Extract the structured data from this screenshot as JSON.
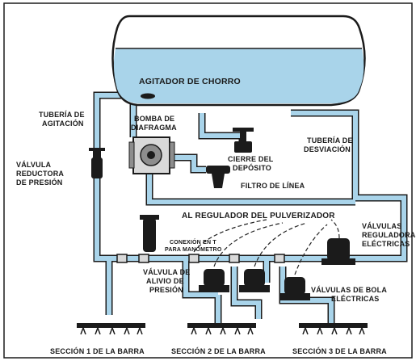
{
  "labels": {
    "tank_agitator": "AGITADOR DE CHORRO",
    "agitation_pipe_1": "TUBERÍA DE",
    "agitation_pipe_2": "AGITACIÓN",
    "diaphragm_pump_1": "BOMBA DE",
    "diaphragm_pump_2": "DIAFRAGMA",
    "tank_shutoff_1": "CIERRE DEL",
    "tank_shutoff_2": "DEPÓSITO",
    "bypass_pipe_1": "TUBERÍA DE",
    "bypass_pipe_2": "DESVIACIÓN",
    "pressure_reducing_valve_1": "VÁLVULA",
    "pressure_reducing_valve_2": "REDUCTORA",
    "pressure_reducing_valve_3": "DE PRESIÓN",
    "line_filter": "FILTRO DE LÍNEA",
    "to_regulator": "AL REGULADOR DEL PULVERIZADOR",
    "t_connection_1": "CONEXIÓN EN T",
    "t_connection_2": "PARA MANÓMETRO",
    "electric_regulating_valves_1": "VÁLVULAS",
    "electric_regulating_valves_2": "REGULADORAS",
    "electric_regulating_valves_3": "ELÉCTRICAS",
    "pressure_relief_valve_1": "VÁLVULA DE",
    "pressure_relief_valve_2": "ALIVIO DE",
    "pressure_relief_valve_3": "PRESIÓN",
    "electric_ball_valves_1": "VÁLVULAS DE BOLA",
    "electric_ball_valves_2": "ELÉCTRICAS",
    "boom_section_1": "SECCIÓN 1 DE LA BARRA",
    "boom_section_2": "SECCIÓN 2 DE LA BARRA",
    "boom_section_3": "SECCIÓN 3 DE LA BARRA"
  },
  "colors": {
    "pipe": "#a9d4ea",
    "water": "#a9d4ea",
    "outline": "#1b1b1b",
    "background": "#ffffff"
  }
}
